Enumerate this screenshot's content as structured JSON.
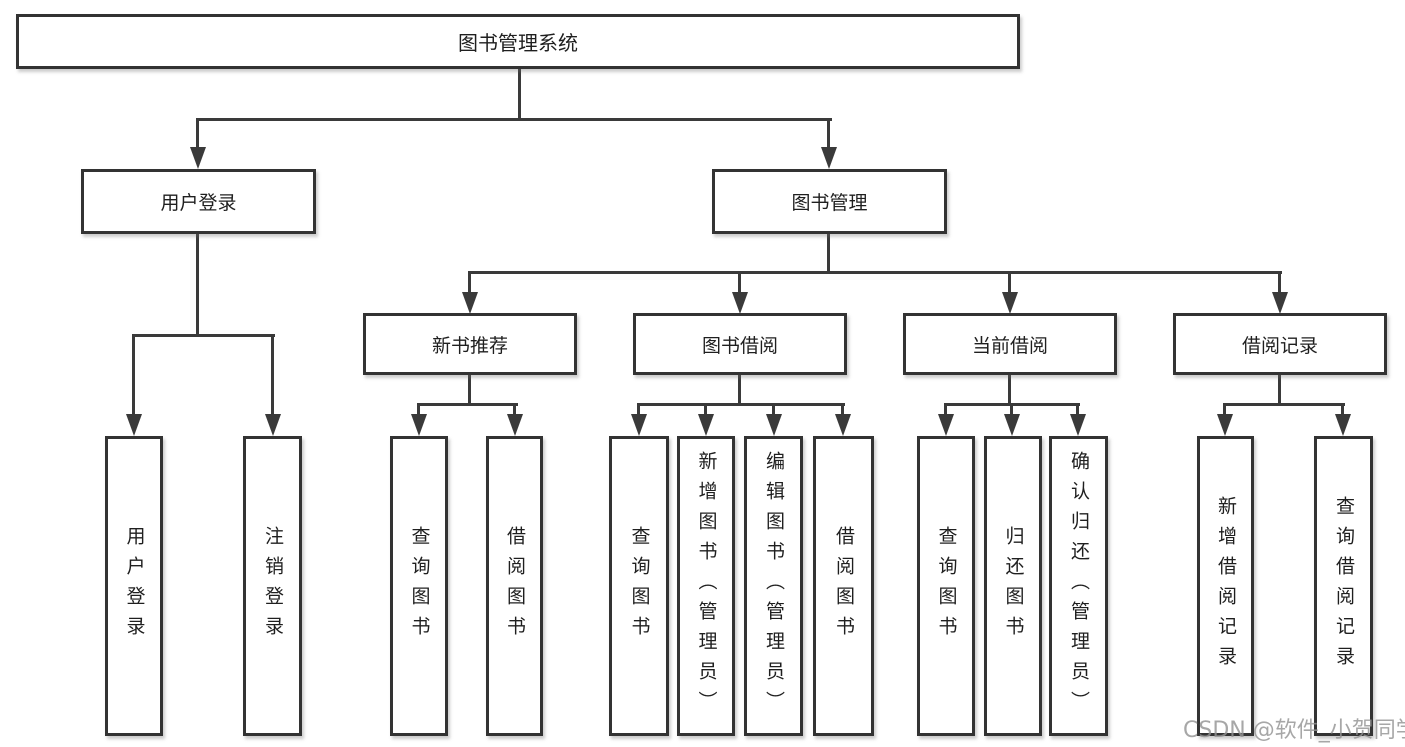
{
  "diagram": {
    "type": "hierarchy-tree",
    "root": {
      "label": "图书管理系统"
    },
    "level2": {
      "user_login": {
        "label": "用户登录"
      },
      "book_mgmt": {
        "label": "图书管理"
      }
    },
    "level3": {
      "new_book_rec": {
        "label": "新书推荐"
      },
      "book_borrow": {
        "label": "图书借阅"
      },
      "current_borrow": {
        "label": "当前借阅"
      },
      "borrow_record": {
        "label": "借阅记录"
      }
    },
    "leaves": {
      "user_login": [
        {
          "label": "用户登录"
        },
        {
          "label": "注销登录"
        }
      ],
      "new_book_rec": [
        {
          "label": "查询图书"
        },
        {
          "label": "借阅图书"
        }
      ],
      "book_borrow": [
        {
          "label": "查询图书"
        },
        {
          "label": "新增图书（管理员）"
        },
        {
          "label": "编辑图书（管理员）"
        },
        {
          "label": "借阅图书"
        }
      ],
      "current_borrow": [
        {
          "label": "查询图书"
        },
        {
          "label": "归还图书"
        },
        {
          "label": "确认归还（管理员）"
        }
      ],
      "borrow_record": [
        {
          "label": "新增借阅记录"
        },
        {
          "label": "查询借阅记录"
        }
      ]
    },
    "colors": {
      "line": "#3a3a3a",
      "box_border": "#333333",
      "box_fill": "#ffffff",
      "text": "#1f1f1f",
      "watermark": "#949494"
    }
  },
  "watermark": {
    "text": "CSDN @软件_小贺同学"
  }
}
